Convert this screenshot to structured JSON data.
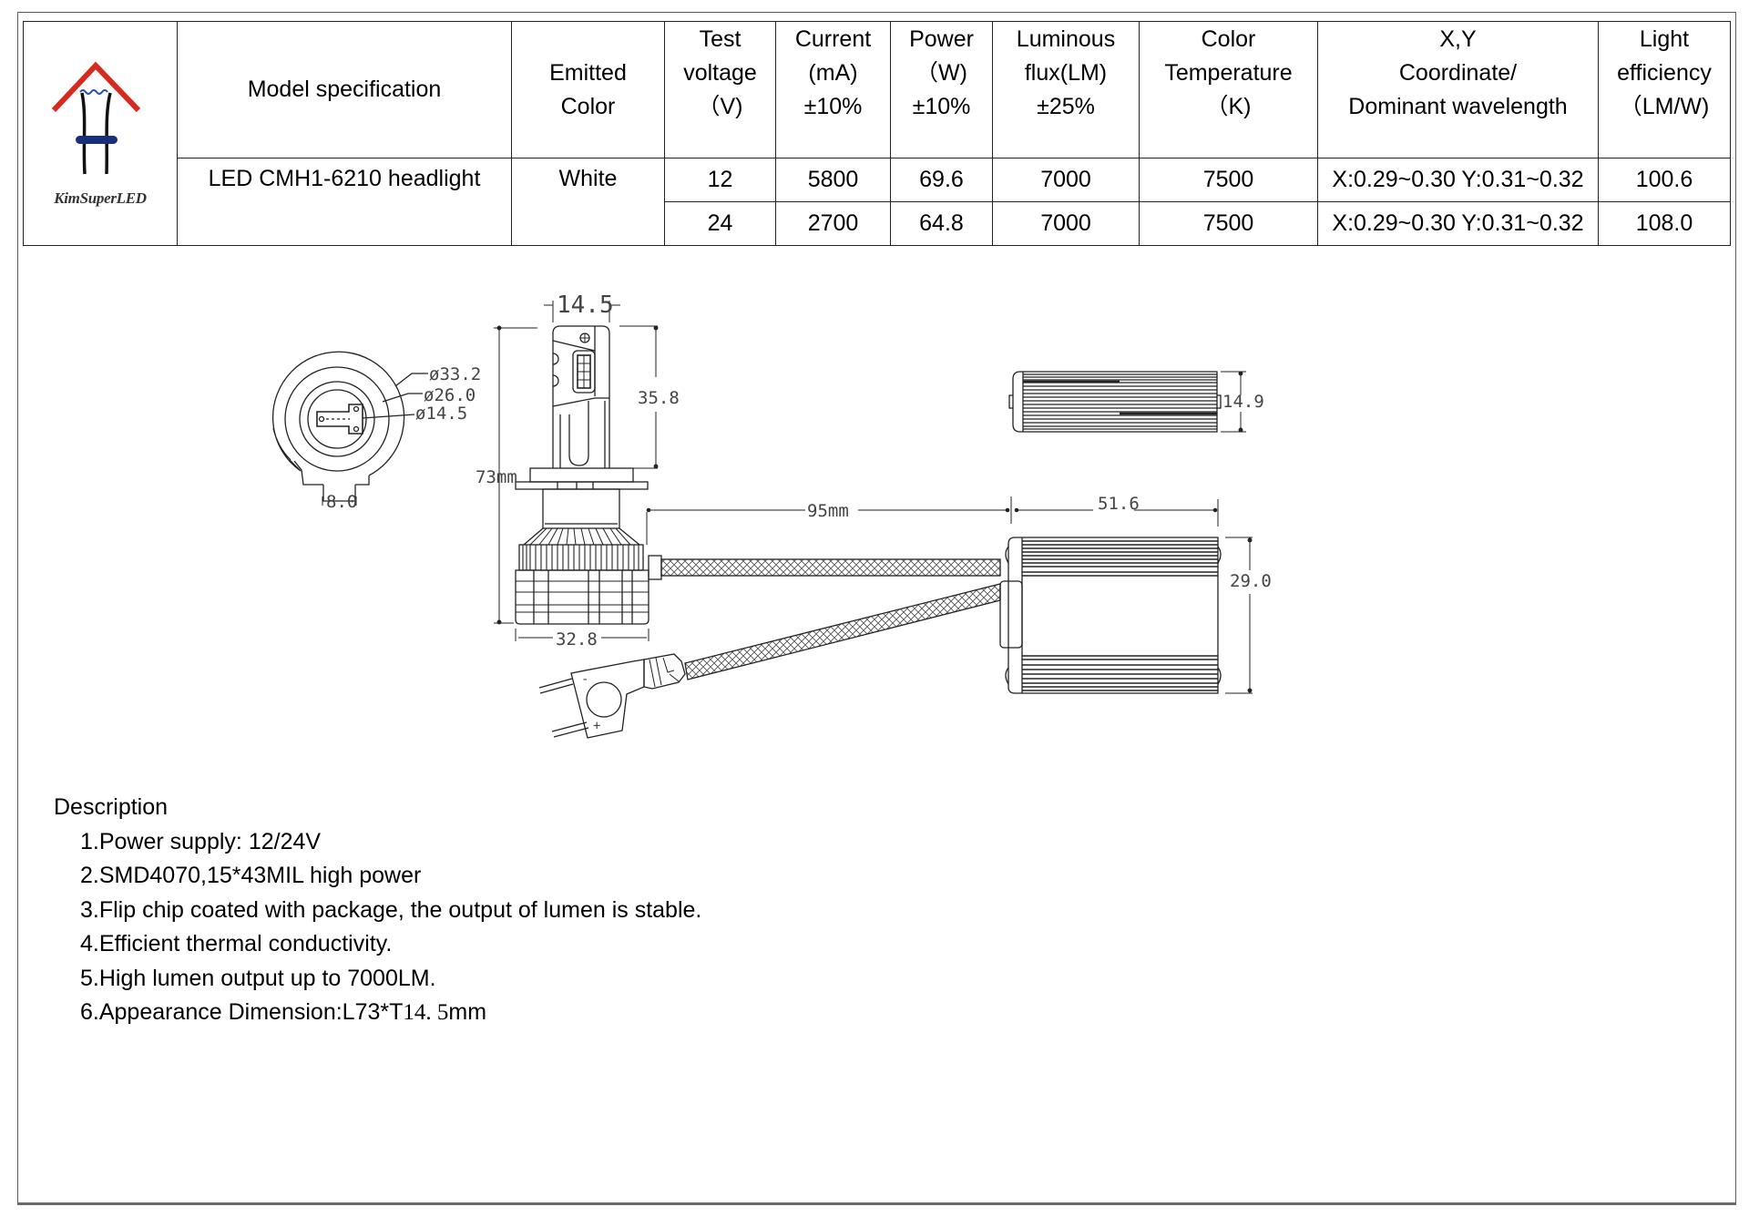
{
  "brand": {
    "logo_text": "KimSuperLED",
    "colors": {
      "roof": "#d62a1e",
      "wave": "#2a4fb5",
      "bar": "#1a2f7a",
      "stem": "#111111"
    }
  },
  "table": {
    "headers": [
      {
        "key": "model",
        "lines": [
          "Model specification"
        ]
      },
      {
        "key": "color",
        "lines": [
          "Emitted",
          "Color"
        ]
      },
      {
        "key": "voltage",
        "lines": [
          "Test",
          "voltage",
          "（V)"
        ]
      },
      {
        "key": "current",
        "lines": [
          "Current",
          "(mA)",
          "±10%"
        ]
      },
      {
        "key": "power",
        "lines": [
          "Power",
          "（W)",
          "±10%"
        ]
      },
      {
        "key": "flux",
        "lines": [
          "Luminous",
          "flux(LM)",
          "±25%"
        ]
      },
      {
        "key": "cct",
        "lines": [
          "Color",
          "Temperature",
          "（K)"
        ]
      },
      {
        "key": "xy",
        "lines": [
          "X,Y",
          "Coordinate/",
          "Dominant wavelength"
        ]
      },
      {
        "key": "efficiency",
        "lines": [
          "Light",
          "efficiency",
          "（LM/W)"
        ]
      }
    ],
    "model": "LED CMH1-6210 headlight",
    "emitted_color": "White",
    "rows": [
      {
        "voltage": "12",
        "current": "5800",
        "power": "69.6",
        "flux": "7000",
        "cct": "7500",
        "xy": "X:0.29~0.30 Y:0.31~0.32",
        "efficiency": "100.6"
      },
      {
        "voltage": "24",
        "current": "2700",
        "power": "64.8",
        "flux": "7000",
        "cct": "7500",
        "xy": "X:0.29~0.30 Y:0.31~0.32",
        "efficiency": "108.0"
      }
    ]
  },
  "drawing": {
    "top_view": {
      "d_outer": "ø33.2",
      "d_mid": "ø26.0",
      "d_inner": "ø14.5",
      "tab_width": "8.0"
    },
    "side_view": {
      "width_top": "14.5",
      "height_upper": "35.8",
      "total_length": "73mm",
      "base_width": "32.8"
    },
    "cable_length": "95mm",
    "driver": {
      "length": "51.6",
      "height": "29.0",
      "thickness": "14.9"
    },
    "plug": {
      "minus": "-",
      "plus": "+"
    }
  },
  "description": {
    "title": "Description",
    "items": [
      "1.Power supply: 12/24V",
      "2.SMD4070,15*43MIL high power",
      "3.Flip chip coated with package, the output of lumen is stable.",
      "4.Efficient thermal conductivity.",
      "5.High lumen output up to 7000LM."
    ],
    "item6_prefix": "6.Appearance Dimension:L73*T",
    "item6_serif": "14. 5",
    "item6_suffix": "mm"
  }
}
